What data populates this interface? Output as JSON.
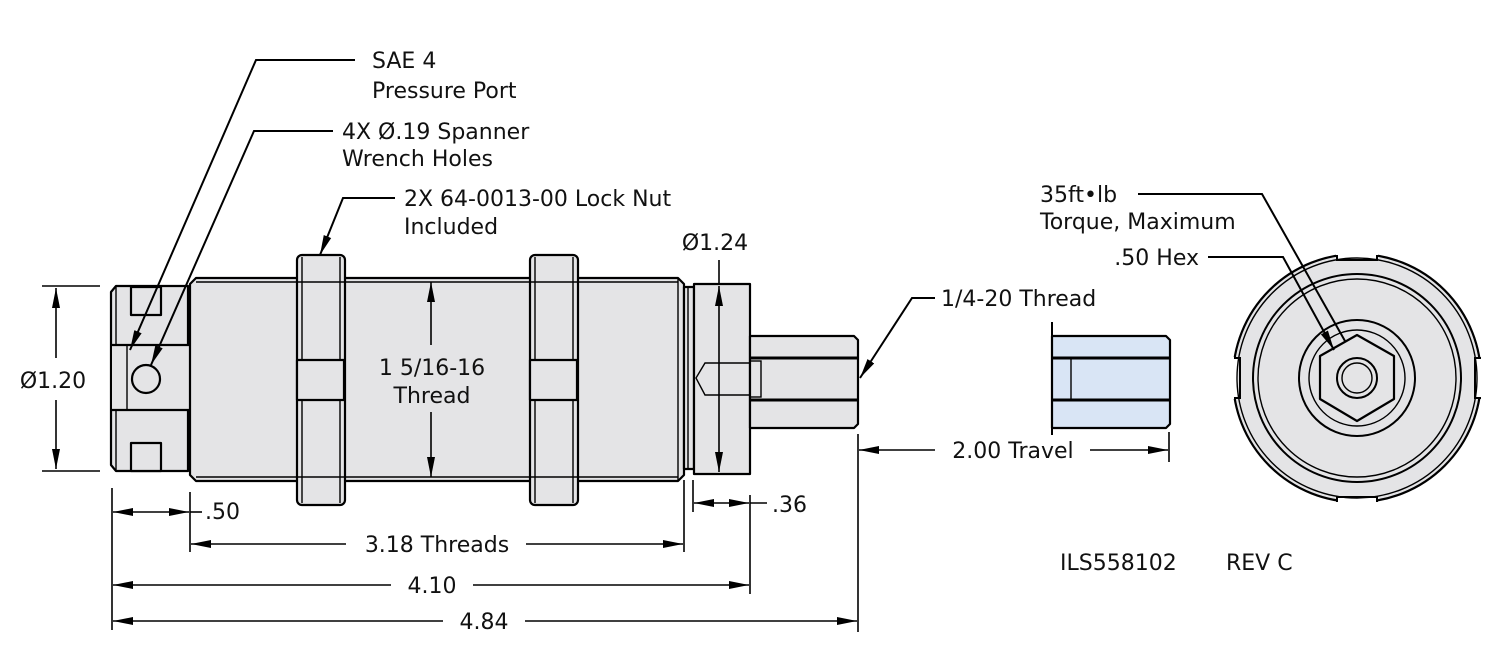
{
  "drawing": {
    "part_number": "ILS558102",
    "revision": "REV C",
    "callouts": {
      "pressure_port": {
        "line1": "SAE 4",
        "line2": "Pressure Port"
      },
      "spanner_holes": {
        "line1": "4X Ø.19 Spanner",
        "line2": "Wrench Holes"
      },
      "lock_nut": {
        "line1": "2X 64-0013-00 Lock Nut",
        "line2": "Included"
      },
      "thread_main": {
        "line1": "1 5/16-16",
        "line2": "Thread"
      },
      "flange_diameter": "Ø1.24",
      "rod_thread": "1/4-20 Thread",
      "torque": {
        "line1": "35ft•lb",
        "line2": "Torque, Maximum"
      },
      "hex": ".50 Hex"
    },
    "dimensions": {
      "body_diameter": "Ø1.20",
      "end_length": ".50",
      "threads_length": "3.18 Threads",
      "flange_length": ".36",
      "body_length": "4.10",
      "overall_length": "4.84",
      "travel": "2.00 Travel"
    },
    "colors": {
      "part_fill": "#e4e4e6",
      "extended_rod_fill": "#d9e5f5",
      "line": "#000000"
    }
  }
}
